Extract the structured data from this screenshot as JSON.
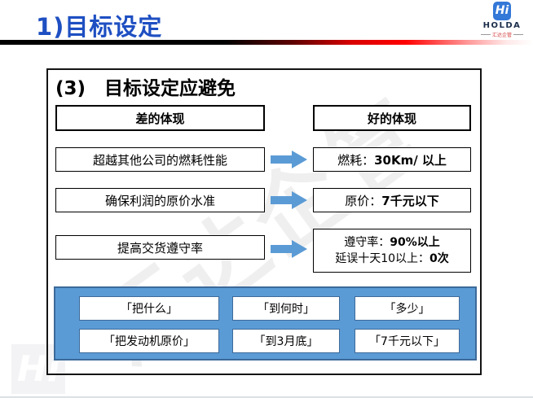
{
  "header": {
    "title": "1)目标设定",
    "logo": {
      "icon_glyph": "Hi",
      "brand": "HOLDA",
      "sub": "汇达企管"
    },
    "accent_colors": {
      "title_blue": "#1e4fc2",
      "line_black": "#000000",
      "line_red": "#ff0000",
      "logo_blue": "#3478d8",
      "logo_sub_red": "#d43c3c"
    }
  },
  "panel": {
    "title": "(3)　目标设定应避免",
    "columns": {
      "bad": "差的体现",
      "good": "好的体现"
    },
    "rows": [
      {
        "left": "超越其他公司的燃耗性能",
        "right": [
          {
            "label": "燃耗：",
            "value": "30Km/ 以上"
          }
        ]
      },
      {
        "left": "确保利润的原价水准",
        "right": [
          {
            "label": "原价：",
            "value": "7千元以下"
          }
        ]
      },
      {
        "left": "提高交货遵守率",
        "right": [
          {
            "label": "遵守率：",
            "value": "90%以上"
          },
          {
            "label": "延误十天10以上：",
            "value": "0次"
          }
        ]
      }
    ],
    "bottom_boxes": {
      "row1": [
        "「把什么」",
        "「到何时」",
        "「多少」"
      ],
      "row2": [
        "「把发动机原价」",
        "「到3月底」",
        "「7千元以下」"
      ]
    },
    "accent_colors": {
      "arrow_blue": "#5b9bd5",
      "blue_panel_fill": "#5b9bd5",
      "blue_panel_border": "#3c6a9a"
    }
  },
  "watermark": {
    "diagonal_text": "汇达企管",
    "corner_glyph": "Hi"
  }
}
